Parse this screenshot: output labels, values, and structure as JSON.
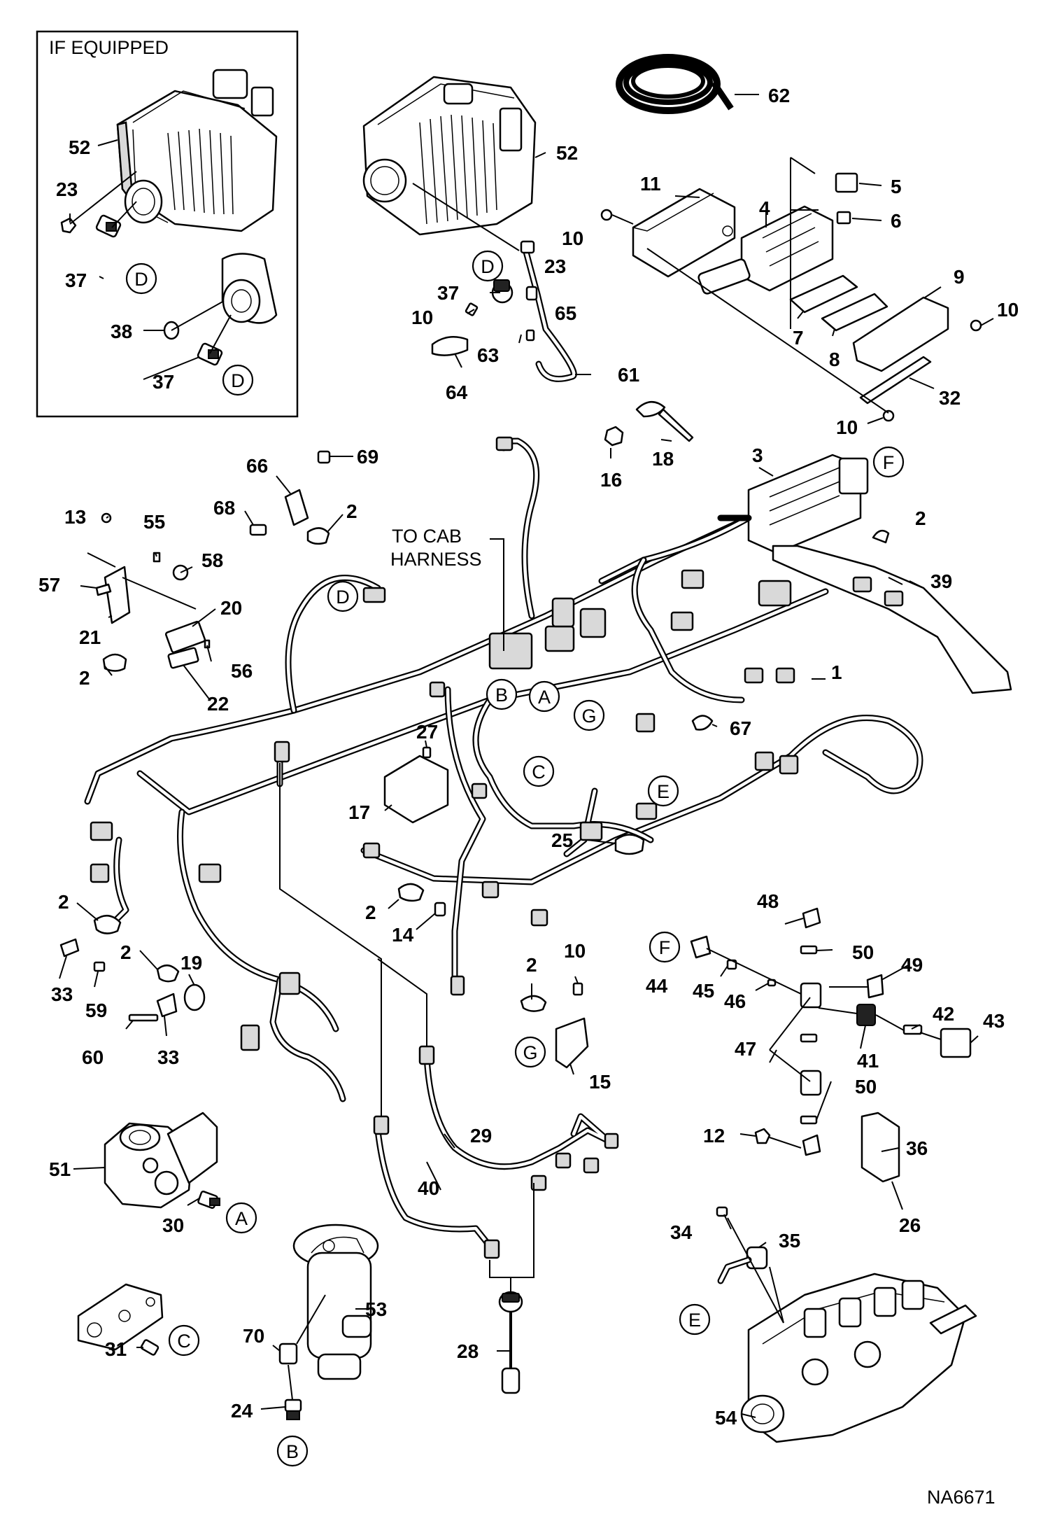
{
  "diagram": {
    "inset_title": "IF EQUIPPED",
    "cab_harness_note": [
      "TO CAB",
      "HARNESS"
    ],
    "drawing_number": "NA6671",
    "part_labels": {
      "p52a": "52",
      "p23a": "23",
      "p37a": "37",
      "p38": "38",
      "p37b": "37",
      "p52b": "52",
      "p23b": "23",
      "p37c": "37",
      "p10a": "10",
      "p65": "65",
      "p63": "63",
      "p61": "61",
      "p64": "64",
      "p62": "62",
      "p5": "5",
      "p6": "6",
      "p11": "11",
      "p4": "4",
      "p10b": "10",
      "p9": "9",
      "p10c": "10",
      "p7": "7",
      "p8": "8",
      "p32": "32",
      "p10d": "10",
      "p16": "16",
      "p18": "18",
      "p3": "3",
      "p66": "66",
      "p69": "69",
      "p68": "68",
      "p2a": "2",
      "p13": "13",
      "p55": "55",
      "p58": "58",
      "p57": "57",
      "p20": "20",
      "p21": "21",
      "p2b": "2",
      "p56": "56",
      "p22": "22",
      "p2c": "2",
      "p39": "39",
      "p1": "1",
      "p67": "67",
      "p27": "27",
      "p17": "17",
      "p25": "25",
      "p2d": "2",
      "p33a": "33",
      "p59": "59",
      "p2e": "2",
      "p19": "19",
      "p60": "60",
      "p33b": "33",
      "p2f": "2",
      "p14": "14",
      "p2g": "2",
      "p10e": "10",
      "p15": "15",
      "p48": "48",
      "p50a": "50",
      "p44": "44",
      "p45": "45",
      "p46": "46",
      "p49": "49",
      "p42": "42",
      "p43": "43",
      "p47": "47",
      "p41": "41",
      "p50b": "50",
      "p12": "12",
      "p36": "36",
      "p26": "26",
      "p51": "51",
      "p30": "30",
      "p29": "29",
      "p40": "40",
      "p34": "34",
      "p35": "35",
      "p53": "53",
      "p70": "70",
      "p28": "28",
      "p31": "31",
      "p24": "24",
      "p54": "54"
    },
    "connector_callouts": {
      "cD1": "D",
      "cD2": "D",
      "cD3": "D",
      "cD4": "D",
      "cF1": "F",
      "cB1": "B",
      "cA1": "A",
      "cG1": "G",
      "cC1": "C",
      "cE1": "E",
      "cF2": "F",
      "cG2": "G",
      "cA2": "A",
      "cC2": "C",
      "cE2": "E",
      "cB2": "B"
    }
  }
}
